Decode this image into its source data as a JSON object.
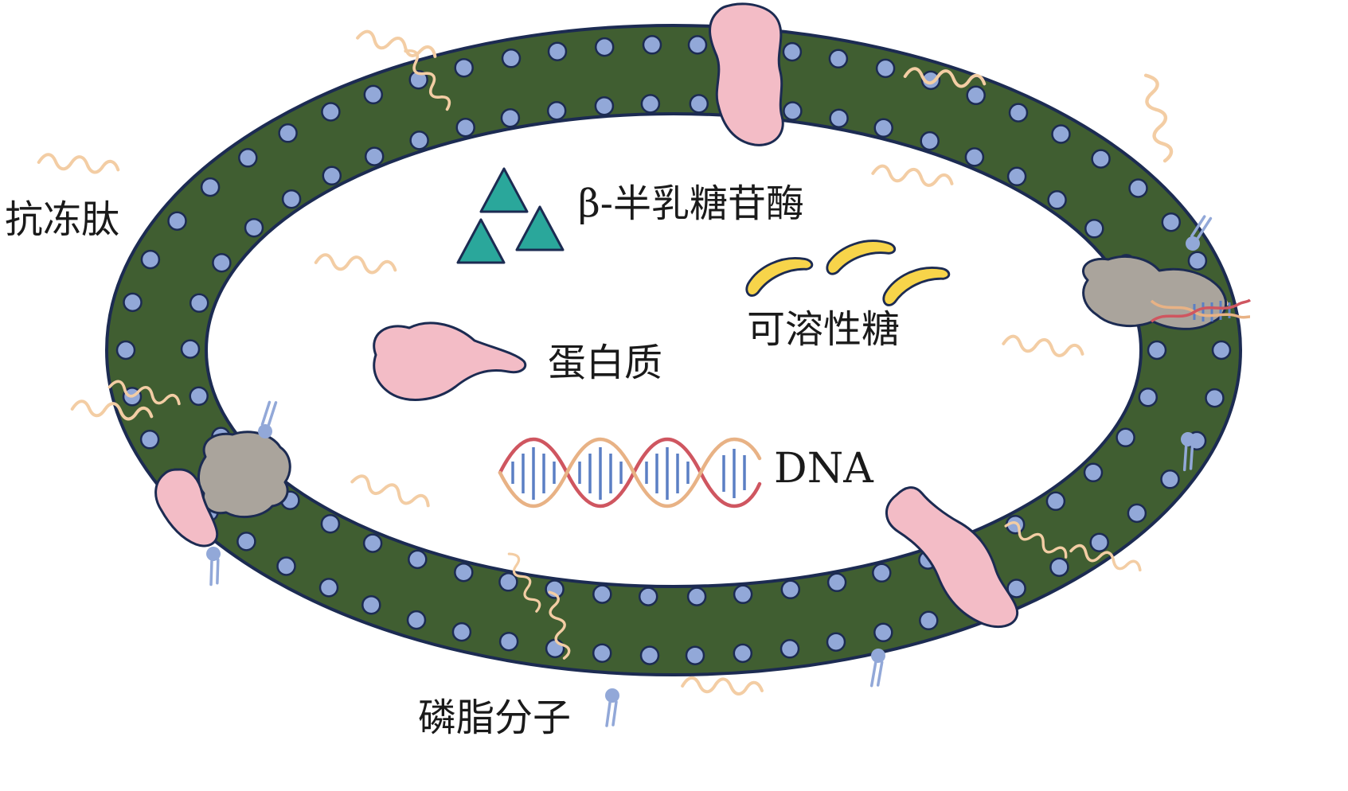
{
  "labels": {
    "antifreeze_peptide": "抗冻肽",
    "beta_galactosidase": "β-半乳糖苷酶",
    "soluble_sugar": "可溶性糖",
    "protein": "蛋白质",
    "dna": "DNA",
    "phospholipid_molecule": "磷脂分子"
  },
  "colors": {
    "membrane_green": "#405e31",
    "outline_navy": "#1c2b52",
    "phospholipid_head_blue": "#92a8d8",
    "enzyme_teal": "#2aa79b",
    "sugar_yellow": "#f7d44a",
    "protein_pink": "#f3bcc6",
    "channel_gray": "#aaa49c",
    "peptide_tan": "#f3cda4",
    "dna_red": "#cf5660",
    "dna_tan": "#e8b285",
    "dna_rung_blue": "#5b7fc4",
    "label_black": "#1a1a1a"
  }
}
